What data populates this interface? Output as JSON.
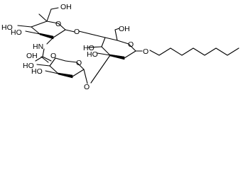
{
  "structure": {
    "atom_labels": [
      {
        "key": "glc_c6_oh",
        "text": "OH"
      },
      {
        "key": "glc_c4_oh",
        "text": "HO"
      },
      {
        "key": "glc_c3_oh",
        "text": "HO"
      },
      {
        "key": "glc_ring_o",
        "text": "O"
      },
      {
        "key": "glc_c2_nh",
        "text": "HN"
      },
      {
        "key": "glc_glyc_o",
        "text": "O"
      },
      {
        "key": "acetyl_o",
        "text": "O"
      },
      {
        "key": "man1_c6_oh",
        "text": "OH"
      },
      {
        "key": "man1_c4_oh",
        "text": "HO"
      },
      {
        "key": "man1_c3_oh",
        "text": "HO"
      },
      {
        "key": "man1_ring_o",
        "text": "O"
      },
      {
        "key": "man1_glyc_o",
        "text": "O"
      },
      {
        "key": "man2_c6_oh",
        "text": "OH"
      },
      {
        "key": "man2_c4_oh",
        "text": "HO"
      },
      {
        "key": "man2_c3_oh",
        "text": "HO"
      },
      {
        "key": "man2_ring_o",
        "text": "O"
      },
      {
        "key": "octyl_o",
        "text": "O"
      }
    ]
  }
}
